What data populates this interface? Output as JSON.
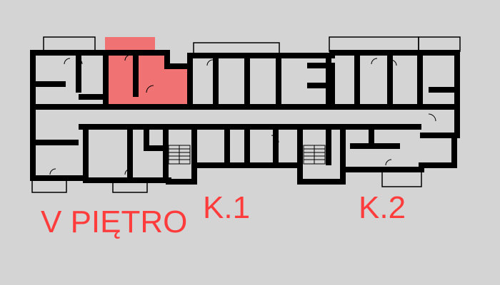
{
  "plan": {
    "floor_label": "V PIĘTRO",
    "sections": [
      "K.1",
      "K.2"
    ],
    "colors": {
      "background": "#d4d4d4",
      "wall": "#000000",
      "highlight": "#f07272",
      "label": "#ff3c3c"
    }
  }
}
